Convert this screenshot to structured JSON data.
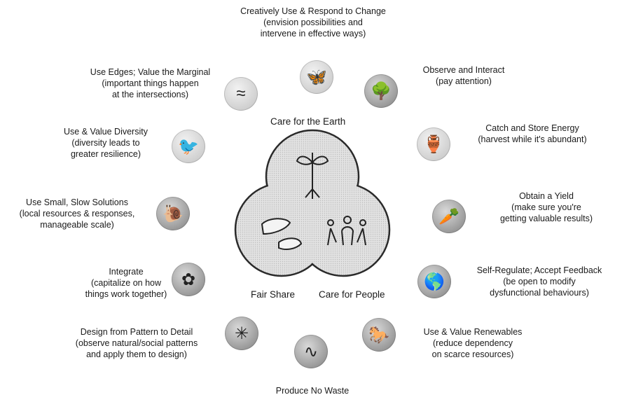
{
  "ethics": {
    "earth": "Care for the Earth",
    "share": "Fair Share",
    "people": "Care for People"
  },
  "principles": [
    {
      "title": "Creatively Use & Respond to Change",
      "desc": [
        "(envision possibilities and",
        "intervene in effective ways)"
      ],
      "icon": "butterfly-icon"
    },
    {
      "title": "Observe and Interact",
      "desc": [
        "(pay attention)"
      ],
      "icon": "tree-icon"
    },
    {
      "title": "Catch and Store Energy",
      "desc": [
        "(harvest while it's abundant)"
      ],
      "icon": "jar-icon"
    },
    {
      "title": "Obtain a Yield",
      "desc": [
        "(make sure you're",
        "getting valuable results)"
      ],
      "icon": "carrot-icon"
    },
    {
      "title": "Self-Regulate; Accept Feedback",
      "desc": [
        "(be open to modify",
        "dysfunctional behaviours)"
      ],
      "icon": "globe-icon"
    },
    {
      "title": "Use & Value Renewables",
      "desc": [
        "(reduce dependency",
        "on scarce resources)"
      ],
      "icon": "horse-icon"
    },
    {
      "title": "Produce No Waste",
      "desc": [],
      "icon": "worm-icon"
    },
    {
      "title": "Design from Pattern to Detail",
      "desc": [
        "(observe natural/social patterns",
        "and apply them to design)"
      ],
      "icon": "web-icon"
    },
    {
      "title": "Integrate",
      "desc": [
        "(capitalize on how",
        "things work together)"
      ],
      "icon": "flower-icon"
    },
    {
      "title": "Use Small, Slow Solutions",
      "desc": [
        "(local resources & responses,",
        "manageable scale)"
      ],
      "icon": "snail-icon"
    },
    {
      "title": "Use & Value Diversity",
      "desc": [
        "(diversity leads to",
        "greater resilience)"
      ],
      "icon": "hummingbird-icon"
    },
    {
      "title": "Use Edges; Value the Marginal",
      "desc": [
        "(important things happen",
        "at the intersections)"
      ],
      "icon": "river-icon"
    }
  ]
}
